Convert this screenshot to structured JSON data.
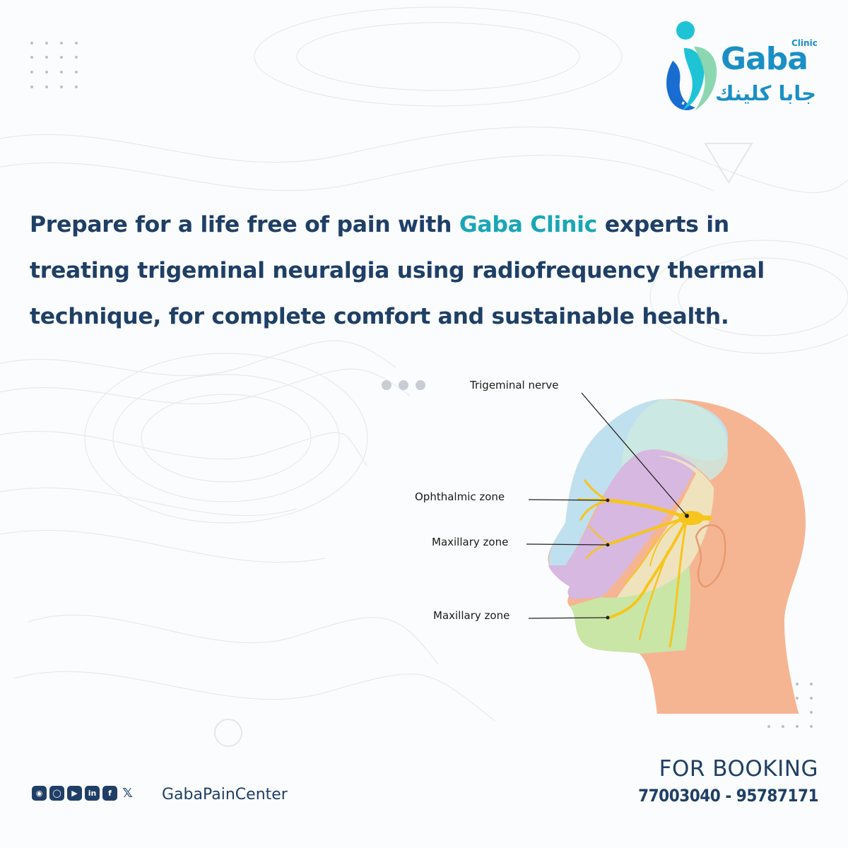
{
  "brand": {
    "name_en": "Gaba",
    "name_small": "Clinic",
    "name_ar": "جابا كلينك",
    "color_primary": "#1a8fc6",
    "color_accent": "#1aa6b7"
  },
  "headline": {
    "before": "Prepare for a life free of pain with ",
    "highlight": "Gaba Clinic",
    "after": " experts in treating trigeminal neuralgia using radiofrequency thermal technique, for complete comfort and sustainable health."
  },
  "diagram": {
    "labels": {
      "trigeminal": "Trigeminal nerve",
      "ophthalmic": "Ophthalmic zone",
      "maxillary_1": "Maxillary zone",
      "maxillary_2": "Maxillary zone"
    },
    "colors": {
      "head": "#f6b592",
      "ophthalmic": "#bfe0ee",
      "maxillary": "#d6b8e0",
      "mandibular": "#c9e6a6",
      "nerve": "#f7c51c"
    }
  },
  "footer": {
    "social_icons": [
      "globe-icon",
      "instagram-icon",
      "youtube-icon",
      "linkedin-icon",
      "facebook-icon",
      "x-icon"
    ],
    "handle": "GabaPainCenter",
    "booking_title": "FOR BOOKING",
    "phones": "77003040 - 95787171"
  }
}
